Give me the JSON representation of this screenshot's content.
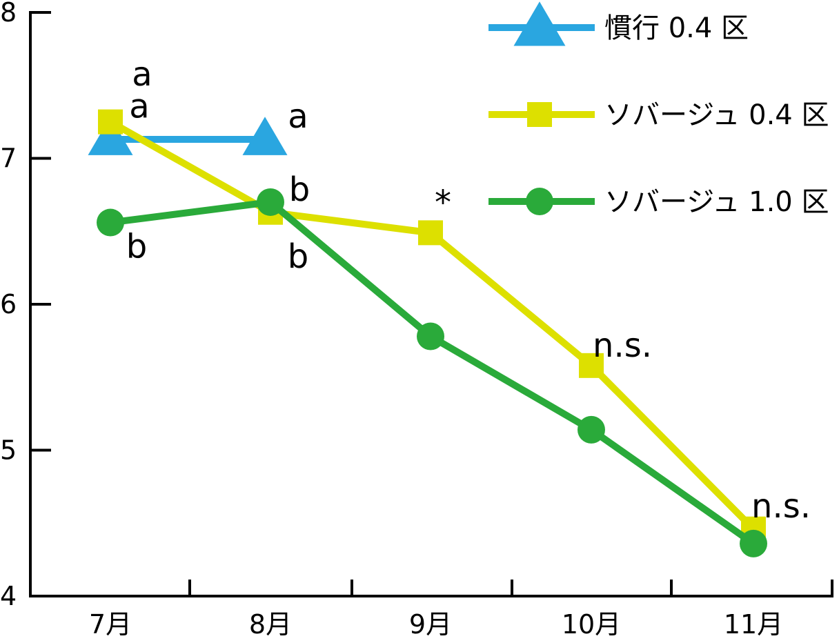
{
  "chart_data": {
    "type": "line",
    "categories": [
      "7月",
      "8月",
      "9月",
      "10月",
      "11月"
    ],
    "ylim": [
      4,
      8
    ],
    "yticks": [
      4,
      5,
      6,
      7,
      8
    ],
    "grid": false,
    "legend_position": "top-right",
    "series": [
      {
        "name": "慣行 0.4 区",
        "marker": "triangle",
        "color": "#2aa6e0",
        "values": [
          7.13,
          7.13,
          null,
          null,
          null
        ]
      },
      {
        "name": "ソバージュ 0.4 区",
        "marker": "square",
        "color": "#dde000",
        "values": [
          7.25,
          6.63,
          6.49,
          5.58,
          4.46
        ]
      },
      {
        "name": "ソバージュ 1.0 区",
        "marker": "circle",
        "color": "#2aaa3a",
        "values": [
          6.56,
          6.7,
          5.78,
          5.14,
          4.36
        ]
      }
    ],
    "annotations": [
      {
        "category": 0,
        "text": "a",
        "y": 7.58
      },
      {
        "category": 0,
        "text": "a",
        "y": 7.36
      },
      {
        "category": 0,
        "text": "b",
        "y": 6.4
      },
      {
        "category": 1,
        "text": "a",
        "y": 7.29
      },
      {
        "category": 1,
        "text": "b",
        "y": 6.79
      },
      {
        "category": 1,
        "text": "b",
        "y": 6.33
      },
      {
        "category": 2,
        "text": "*",
        "y": 6.7
      },
      {
        "category": 3,
        "text": "n.s.",
        "y": 5.72
      },
      {
        "category": 4,
        "text": "n.s.",
        "y": 4.62
      }
    ]
  }
}
